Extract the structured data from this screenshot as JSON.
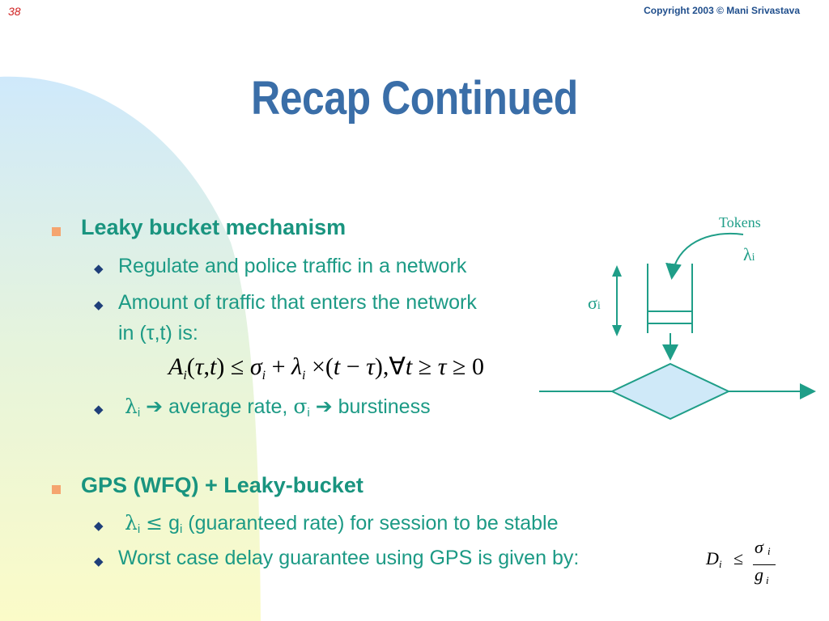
{
  "slide": {
    "number": "38",
    "copyright": "Copyright 2003 © Mani Srivastava",
    "title": "Recap Continued"
  },
  "sections": [
    {
      "heading": "Leaky bucket mechanism",
      "items": [
        "Regulate and police traffic in a network",
        "Amount of traffic that enters the network",
        "in (τ,t) is:",
        "average rate,",
        "burstiness"
      ]
    },
    {
      "heading": "GPS (WFQ) + Leaky-bucket",
      "items": [
        "(guaranteed rate) for session to be stable",
        "Worst case delay guarantee using GPS is given by:"
      ]
    }
  ],
  "symbols": {
    "lambda": "λ",
    "sigma": "σ",
    "sub_i": "i",
    "g": "g",
    "le": "≤",
    "arrow": "➔"
  },
  "equation": {
    "text": "A(τ,t) ≤ σ + λ × (t − τ), ∀t ≥ τ ≥ 0"
  },
  "diagram": {
    "tokens_label": "Tokens",
    "lambda_label": "λ",
    "sigma_label": "σ",
    "sub": "i"
  },
  "delay_formula": {
    "lhs": "D",
    "le": "≤",
    "num": "σ",
    "den": "g",
    "sub": "i"
  },
  "colors": {
    "title": "#3a6ea8",
    "bullet_l1": "#19947f",
    "bullet_l2": "#1c9a85",
    "square": "#f5a56f",
    "diamond_fill": "#cfe9f8"
  }
}
